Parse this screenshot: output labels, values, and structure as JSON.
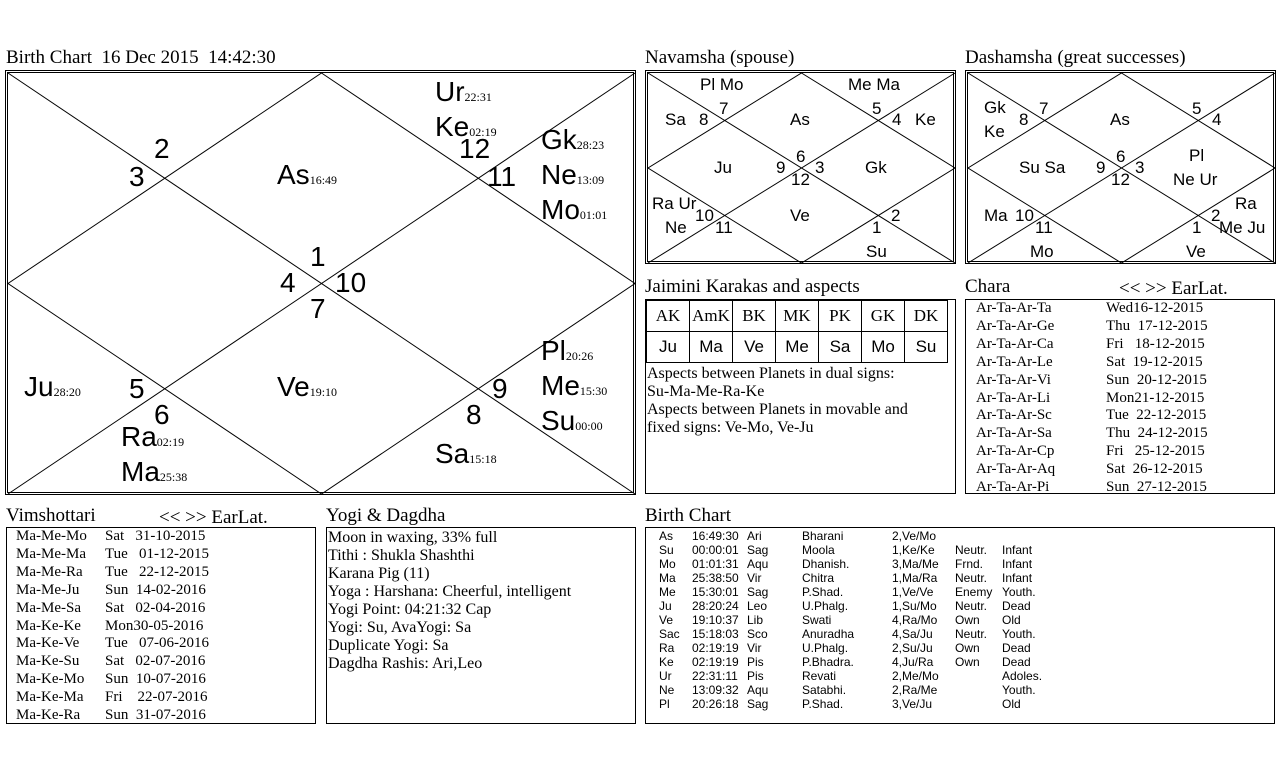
{
  "birth_chart": {
    "title": "Birth Chart  16 Dec 2015  14:42:30",
    "houses": [
      "1",
      "2",
      "3",
      "4",
      "5",
      "6",
      "7",
      "8",
      "9",
      "10",
      "11",
      "12"
    ],
    "planets": {
      "as": {
        "name": "As",
        "deg": "16:49"
      },
      "ur": {
        "name": "Ur",
        "deg": "22:31"
      },
      "ke": {
        "name": "Ke",
        "deg": "02:19"
      },
      "gk": {
        "name": "Gk",
        "deg": "28:23"
      },
      "ne": {
        "name": "Ne",
        "deg": "13:09"
      },
      "mo": {
        "name": "Mo",
        "deg": "01:01"
      },
      "ju": {
        "name": "Ju",
        "deg": "28:20"
      },
      "ve": {
        "name": "Ve",
        "deg": "19:10"
      },
      "ra": {
        "name": "Ra",
        "deg": "02:19"
      },
      "ma": {
        "name": "Ma",
        "deg": "25:38"
      },
      "pl": {
        "name": "Pl",
        "deg": "20:26"
      },
      "me": {
        "name": "Me",
        "deg": "15:30"
      },
      "su": {
        "name": "Su",
        "deg": "00:00"
      },
      "sa": {
        "name": "Sa",
        "deg": "15:18"
      }
    }
  },
  "navamsha": {
    "title": "Navamsha (spouse)",
    "labels": {
      "top1": "Pl Mo",
      "top2": "Me Ma",
      "as": "As",
      "sa": "Sa",
      "ke": "Ke",
      "ju": "Ju",
      "gk": "Gk",
      "raur": "Ra Ur",
      "ne": "Ne",
      "ve": "Ve",
      "su": "Su",
      "n7": "7",
      "n8": "8",
      "n5": "5",
      "n4": "4",
      "n6": "6",
      "n9": "9",
      "n3": "3",
      "n12": "12",
      "n10": "10",
      "n11": "11",
      "n1": "1",
      "n2": "2"
    }
  },
  "dashamsha": {
    "title": "Dashamsha (great successes)",
    "labels": {
      "gk": "Gk",
      "ke": "Ke",
      "as": "As",
      "susa": "Su Sa",
      "pl": "Pl",
      "neur": "Ne Ur",
      "ma": "Ma",
      "mo": "Mo",
      "ve": "Ve",
      "ra": "Ra",
      "meju": "Me Ju",
      "n7": "7",
      "n8": "8",
      "n5": "5",
      "n4": "4",
      "n6": "6",
      "n9": "9",
      "n3": "3",
      "n12": "12",
      "n10": "10",
      "n11": "11",
      "n1": "1",
      "n2": "2"
    }
  },
  "jaimini": {
    "title": "Jaimini Karakas and aspects",
    "headers": [
      "AK",
      "AmK",
      "BK",
      "MK",
      "PK",
      "GK",
      "DK"
    ],
    "values": [
      "Ju",
      "Ma",
      "Ve",
      "Me",
      "Sa",
      "Mo",
      "Su"
    ],
    "line1": "Aspects between Planets in dual signs:",
    "line2": "Su-Ma-Me-Ra-Ke",
    "line3": "Aspects between Planets in movable and",
    "line4": "fixed signs: Ve-Mo, Ve-Ju"
  },
  "chara": {
    "title": "Chara",
    "nav": "<< >> EarLat.",
    "rows": [
      [
        "Ar-Ta-Ar-Ta",
        "Wed16-12-2015"
      ],
      [
        "Ar-Ta-Ar-Ge",
        "Thu  17-12-2015"
      ],
      [
        "Ar-Ta-Ar-Ca",
        "Fri   18-12-2015"
      ],
      [
        "Ar-Ta-Ar-Le",
        "Sat  19-12-2015"
      ],
      [
        "Ar-Ta-Ar-Vi",
        "Sun  20-12-2015"
      ],
      [
        "Ar-Ta-Ar-Li",
        "Mon21-12-2015"
      ],
      [
        "Ar-Ta-Ar-Sc",
        "Tue  22-12-2015"
      ],
      [
        "Ar-Ta-Ar-Sa",
        "Thu  24-12-2015"
      ],
      [
        "Ar-Ta-Ar-Cp",
        "Fri   25-12-2015"
      ],
      [
        "Ar-Ta-Ar-Aq",
        "Sat  26-12-2015"
      ],
      [
        "Ar-Ta-Ar-Pi",
        "Sun  27-12-2015"
      ]
    ]
  },
  "vimshottari": {
    "title": "Vimshottari",
    "nav": "<< >> EarLat.",
    "rows": [
      [
        "Ma-Me-Mo",
        "Sat   31-10-2015"
      ],
      [
        "Ma-Me-Ma",
        "Tue   01-12-2015"
      ],
      [
        "Ma-Me-Ra",
        "Tue   22-12-2015"
      ],
      [
        "Ma-Me-Ju",
        "Sun  14-02-2016"
      ],
      [
        "Ma-Me-Sa",
        "Sat   02-04-2016"
      ],
      [
        "Ma-Ke-Ke",
        "Mon30-05-2016"
      ],
      [
        "Ma-Ke-Ve",
        "Tue   07-06-2016"
      ],
      [
        "Ma-Ke-Su",
        "Sat   02-07-2016"
      ],
      [
        "Ma-Ke-Mo",
        "Sun  10-07-2016"
      ],
      [
        "Ma-Ke-Ma",
        "Fri    22-07-2016"
      ],
      [
        "Ma-Ke-Ra",
        "Sun  31-07-2016"
      ]
    ]
  },
  "yogi": {
    "title": "Yogi & Dagdha",
    "lines": [
      "Moon in waxing, 33% full",
      "Tithi : Shukla  Shashthi",
      "Karana Pig (11)",
      "Yoga : Harshana: Cheerful, intelligent",
      "Yogi Point: 04:21:32 Cap",
      "Yogi: Su, AvaYogi: Sa",
      "Duplicate Yogi: Sa",
      "Dagdha Rashis: Ari,Leo"
    ]
  },
  "birth_table": {
    "title": "Birth Chart",
    "rows": [
      [
        "As",
        "16:49:30",
        "Ari",
        "Bharani",
        "2,Ve/Mo",
        "",
        ""
      ],
      [
        "Su",
        "00:00:01",
        "Sag",
        "Moola",
        "1,Ke/Ke",
        "Neutr.",
        "Infant"
      ],
      [
        "Mo",
        "01:01:31",
        "Aqu",
        "Dhanish.",
        "3,Ma/Me",
        "Frnd.",
        "Infant"
      ],
      [
        "Ma",
        "25:38:50",
        "Vir",
        "Chitra",
        "1,Ma/Ra",
        "Neutr.",
        "Infant"
      ],
      [
        "Me",
        "15:30:01",
        "Sag",
        "P.Shad.",
        "1,Ve/Ve",
        "Enemy",
        "Youth."
      ],
      [
        "Ju",
        "28:20:24",
        "Leo",
        "U.Phalg.",
        "1,Su/Mo",
        "Neutr.",
        "Dead"
      ],
      [
        "Ve",
        "19:10:37",
        "Lib",
        "Swati",
        "4,Ra/Mo",
        "Own",
        "Old"
      ],
      [
        "Sac",
        "15:18:03",
        "Sco",
        "Anuradha",
        "4,Sa/Ju",
        "Neutr.",
        "Youth."
      ],
      [
        "Ra",
        "02:19:19",
        "Vir",
        "U.Phalg.",
        "2,Su/Ju",
        "Own",
        "Dead"
      ],
      [
        "Ke",
        "02:19:19",
        "Pis",
        "P.Bhadra.",
        "4,Ju/Ra",
        "Own",
        "Dead"
      ],
      [
        "Ur",
        "22:31:11",
        "Pis",
        "Revati",
        "2,Me/Mo",
        "",
        "Adoles."
      ],
      [
        "Ne",
        "13:09:32",
        "Aqu",
        "Satabhi.",
        "2,Ra/Me",
        "",
        "Youth."
      ],
      [
        "Pl",
        "20:26:18",
        "Sag",
        "P.Shad.",
        "3,Ve/Ju",
        "",
        "Old"
      ]
    ]
  }
}
